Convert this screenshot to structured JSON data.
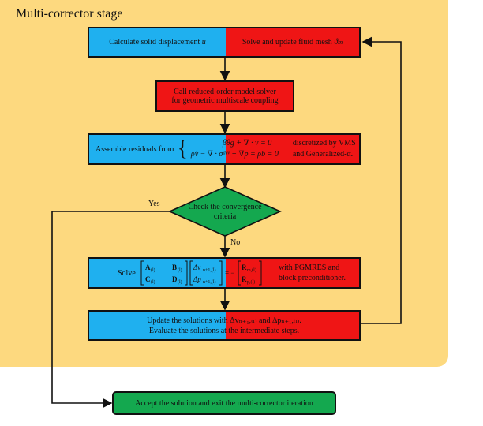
{
  "stage_title": "Multi-corrector stage",
  "box1": {
    "left": "Calculate solid displacement ",
    "left_var": "u",
    "right": "Solve and update fluid mesh ",
    "right_var": "ϑ",
    "right_sub": "m"
  },
  "box2": {
    "line1": "Call reduced-order model solver",
    "line2": "for geometric multiscale coupling"
  },
  "box3": {
    "lead": "Assemble residuals from",
    "eq1": "βθġ + ∇ · v = 0",
    "eq2": "ρv̇ − ∇ · σᵈᵉᵛ + ∇p = ρb = 0",
    "tail1": "discretized by VMS",
    "tail2": "and Generalized-α."
  },
  "decision": {
    "line1": "Check the convergence",
    "line2": "criteria"
  },
  "yes_label": "Yes",
  "no_label": "No",
  "box4": {
    "solve": "Solve",
    "tail1": "with PGMRES and",
    "tail2": "block preconditioner."
  },
  "box5": {
    "line1": "Update the solutions with Δvₙ₊₁,₍ₗ₎ and Δpₙ₊₁,₍ₗ₎.",
    "line2": "Evaluate the solutions at the intermediate steps."
  },
  "final": {
    "label": "Accept the solution and exit the multi-corrector iteration"
  },
  "colors": {
    "stage_bg": "#fdd97f",
    "blue": "#1fb0ef",
    "red": "#ef1515",
    "green": "#14a84f"
  }
}
